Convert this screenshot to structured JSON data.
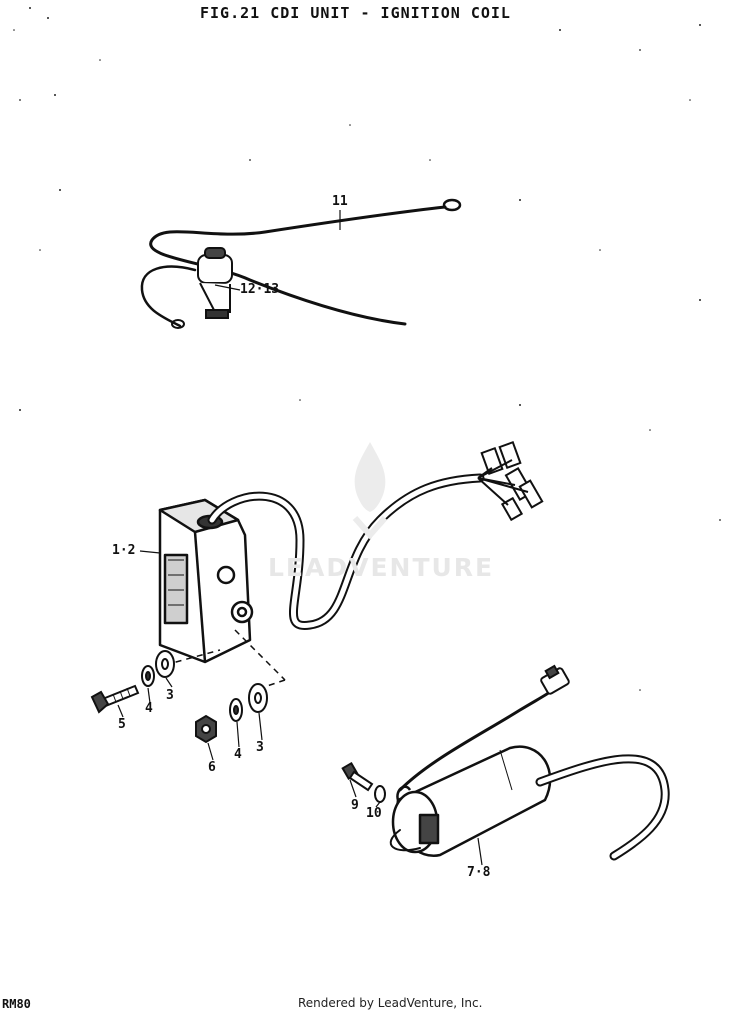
{
  "title": "FIG.21  CDI UNIT - IGNITION COIL",
  "callouts": {
    "c11": "11",
    "c1213": "12·13",
    "c12": "1·2",
    "c5": "5",
    "c4a": "4",
    "c3a": "3",
    "c6": "6",
    "c4b": "4",
    "c3b": "3",
    "c9": "9",
    "c10": "10",
    "c78": "7·8"
  },
  "watermark": "LEADVENTURE",
  "footer": "Rendered by LeadVenture, Inc.",
  "model": "RM80"
}
